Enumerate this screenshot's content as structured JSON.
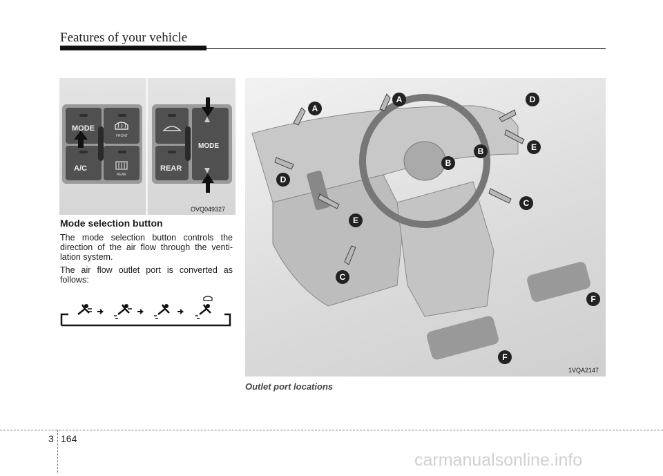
{
  "header": {
    "title": "Features of your vehicle"
  },
  "control_panel": {
    "photo_code": "OVQ049327",
    "buttons": {
      "mode": "MODE",
      "ac": "A/C",
      "front": "FRONT",
      "rear_small": "REAR",
      "mode_vertical": "MODE",
      "rear": "REAR"
    }
  },
  "section": {
    "title": "Mode selection button",
    "paragraph1": "The mode selection button controls the direction of the air flow through the venti-lation system.",
    "paragraph2": "The air flow outlet port is converted as follows:"
  },
  "mode_diagram": {
    "icons": [
      "face-mode-icon",
      "bi-level-mode-icon",
      "floor-mode-icon",
      "floor-defrost-mode-icon"
    ]
  },
  "outlet_figure": {
    "photo_code": "1VQA2147",
    "caption": "Outlet port locations",
    "labels": [
      "A",
      "A",
      "D",
      "B",
      "E",
      "B",
      "D",
      "C",
      "E",
      "C",
      "F",
      "F"
    ]
  },
  "footer": {
    "chapter": "3",
    "page": "164",
    "watermark": "carmanualsonline.info"
  }
}
